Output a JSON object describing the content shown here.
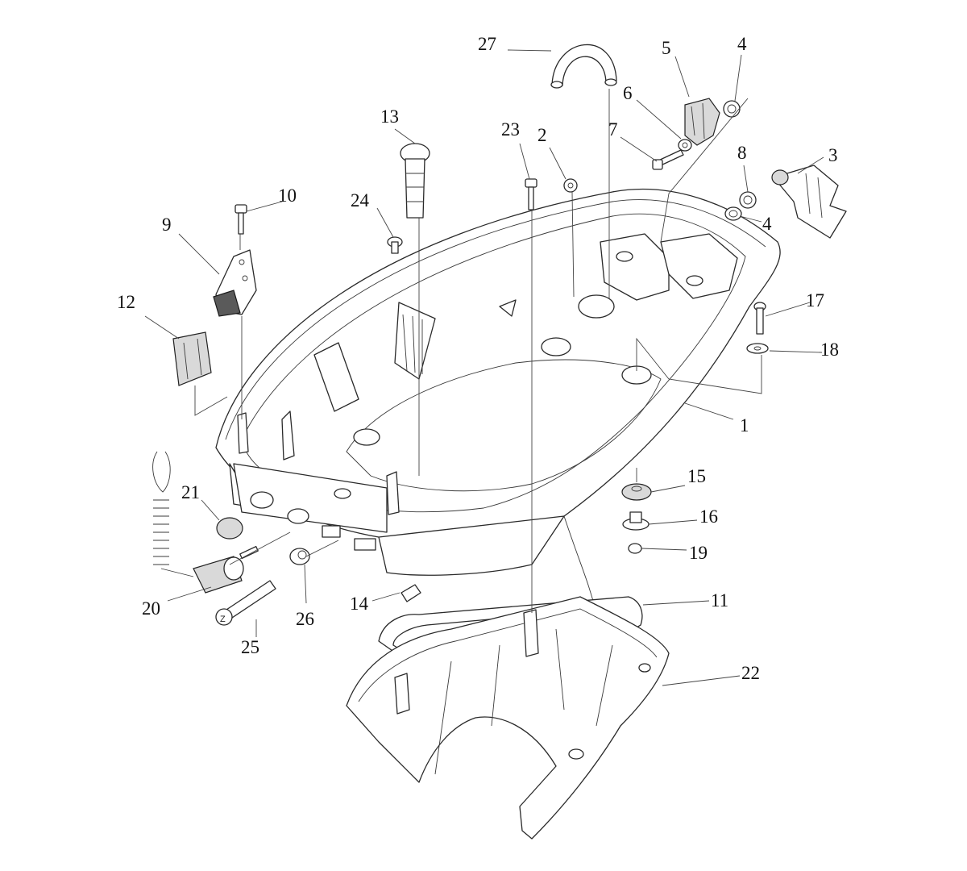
{
  "callouts": {
    "c1": "1",
    "c2": "2",
    "c3": "3",
    "c4a": "4",
    "c4b": "4",
    "c5": "5",
    "c6": "6",
    "c7": "7",
    "c8": "8",
    "c9": "9",
    "c10": "10",
    "c11": "11",
    "c12": "12",
    "c13": "13",
    "c14": "14",
    "c15": "15",
    "c16": "16",
    "c17": "17",
    "c18": "18",
    "c19": "19",
    "c20": "20",
    "c21": "21",
    "c22": "22",
    "c23": "23",
    "c24": "24",
    "c25": "25",
    "c26": "26",
    "c27": "27"
  }
}
